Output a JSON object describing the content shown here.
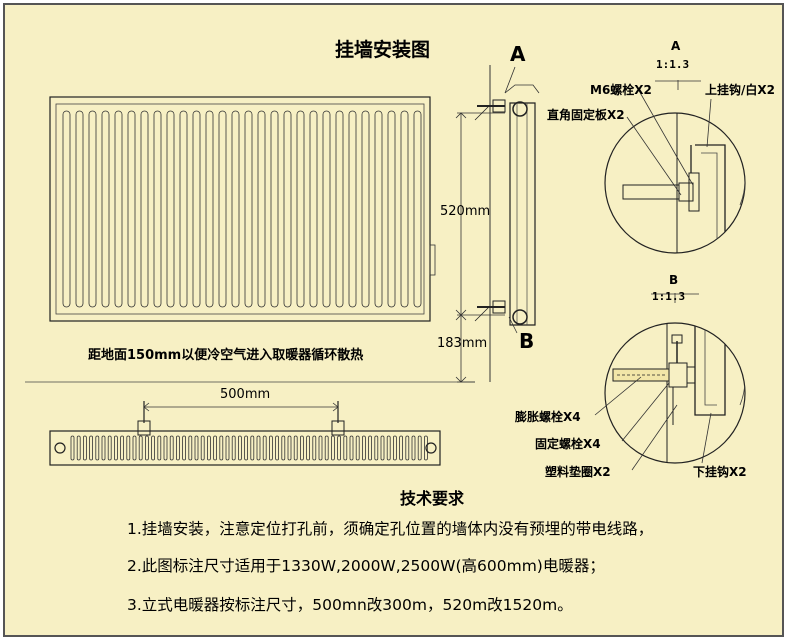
{
  "title": "挂墙安装图",
  "views": {
    "side_label_a": "A",
    "side_label_b": "B",
    "height_dim": "520mm",
    "floor_dim": "183mm",
    "floor_note": "距地面150mm以便冷空气进入取暖器循环散热",
    "width_dim": "500mm"
  },
  "detail_a": {
    "label": "A",
    "scale": "1:1.3",
    "bolt": "M6螺栓X2",
    "upper_hook": "上挂钩/白X2",
    "bracket": "直角固定板X2"
  },
  "detail_b": {
    "label": "B",
    "scale": "1:1.3",
    "expansion_bolt": "膨胀螺栓X4",
    "fixing_bolt": "固定螺栓X4",
    "washer": "塑料垫圈X2",
    "lower_hook": "下挂钩X2"
  },
  "requirements": {
    "title": "技术要求",
    "items": [
      "1.挂墙安装，注意定位打孔前，须确定孔位置的墙体内没有预埋的带电线路，",
      "2.此图标注尺寸适用于1330W,2000W,2500W(高600mm)电暖器；",
      "3.立式电暖器按标注尺寸，500mn改300m，520m改1520m。"
    ]
  }
}
